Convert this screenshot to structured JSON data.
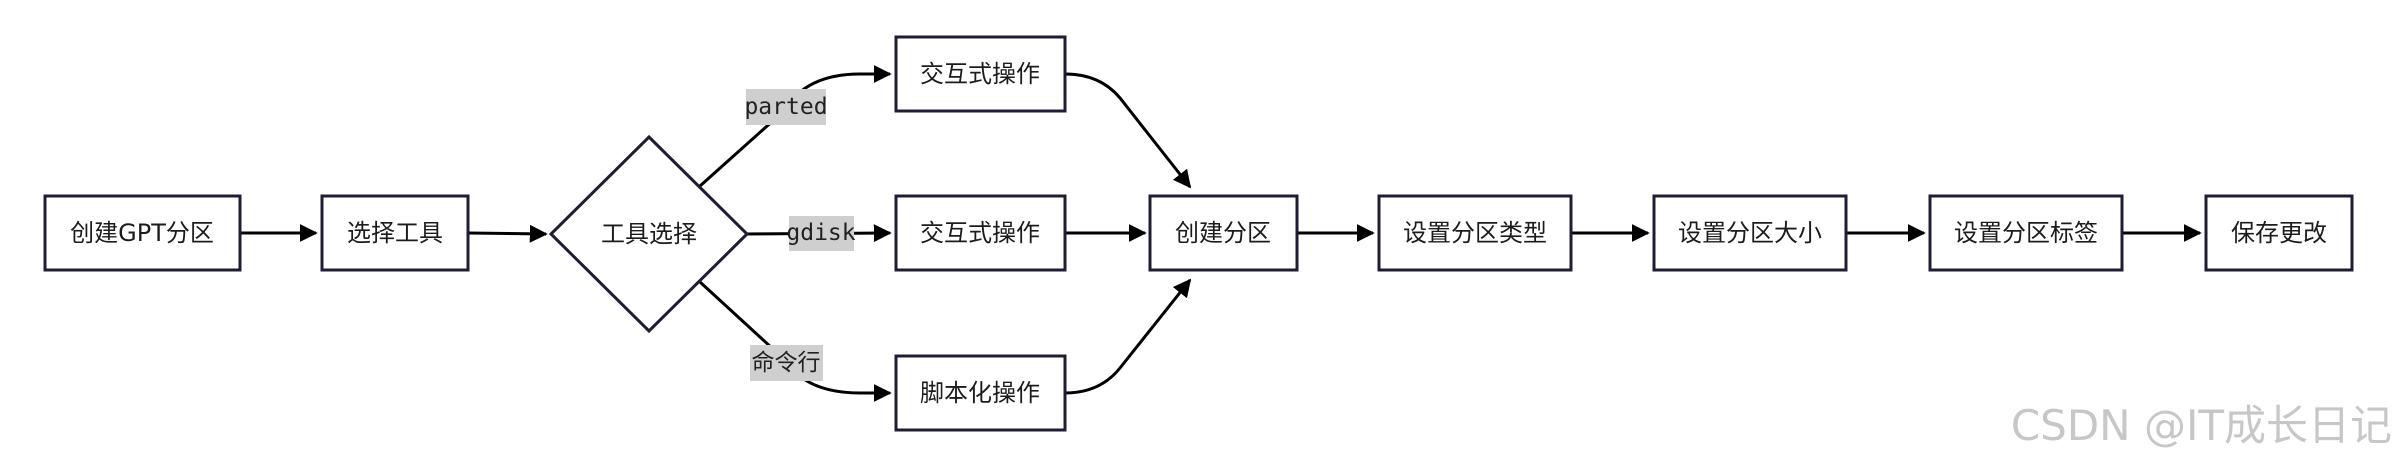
{
  "nodes": {
    "create_gpt": "创建GPT分区",
    "choose_tool": "选择工具",
    "tool_decision": "工具选择",
    "interactive_1": "交互式操作",
    "interactive_2": "交互式操作",
    "scripted": "脚本化操作",
    "create_partition": "创建分区",
    "set_type": "设置分区类型",
    "set_size": "设置分区大小",
    "set_label": "设置分区标签",
    "save_changes": "保存更改"
  },
  "edge_labels": {
    "parted": "parted",
    "gdisk": "gdisk",
    "cli": "命令行"
  },
  "watermark": "CSDN @IT成长日记",
  "colors": {
    "node_border": "#1f1d33",
    "edge": "#000000",
    "label_background": "#cfcfcf",
    "watermark": "#c7c7c7"
  }
}
